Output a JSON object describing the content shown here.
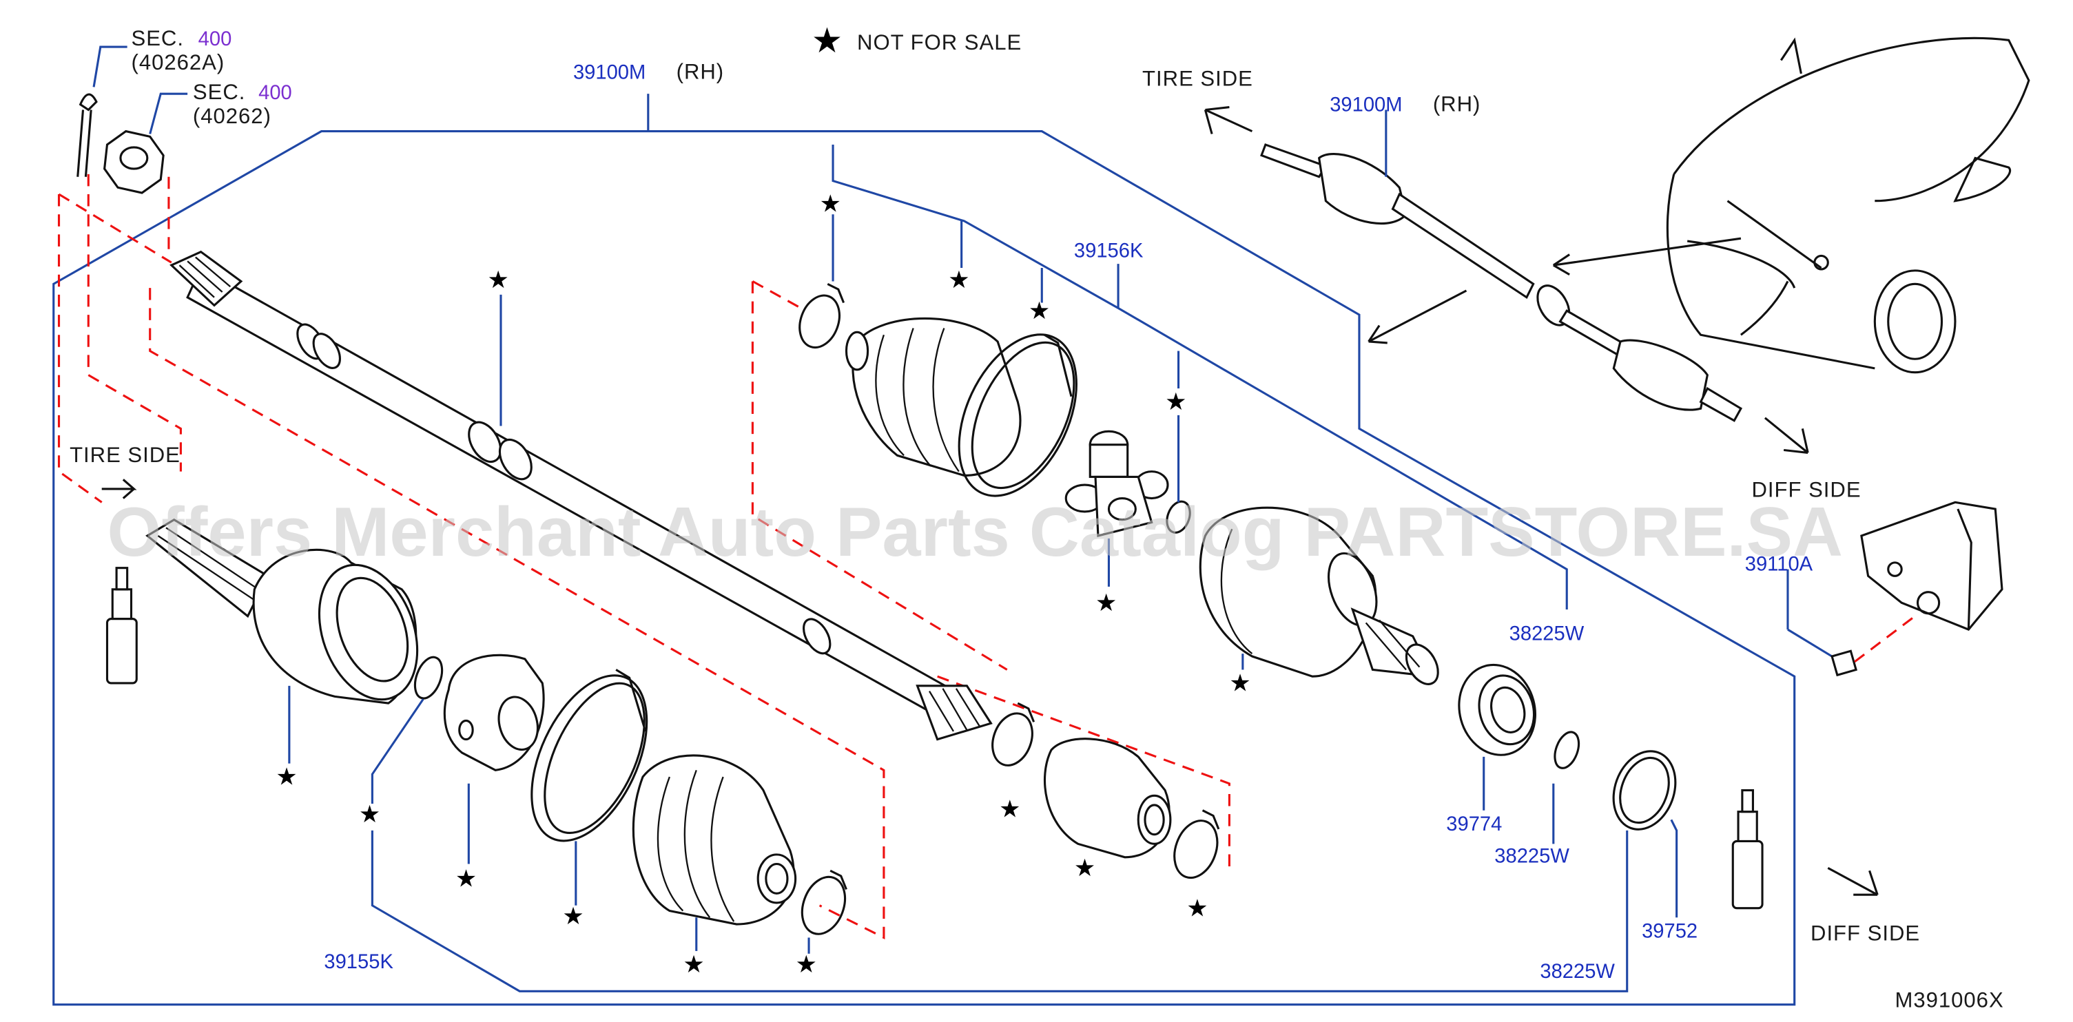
{
  "legend": {
    "star": "★",
    "text": "NOT FOR SALE"
  },
  "labels": {
    "sec_400_a_prefix": "SEC.",
    "sec_400_a_num": "400",
    "sec_400_a_code": "(40262A)",
    "sec_400_b_prefix": "SEC.",
    "sec_400_b_num": "400",
    "sec_400_b_code": "(40262)",
    "tire_side_left": "TIRE   SIDE",
    "tire_side_top": "TIRE   SIDE",
    "diff_side_right": "DIFF   SIDE",
    "diff_side_bottom": "DIFF   SIDE",
    "drawing_code": "M391006X"
  },
  "part_numbers": {
    "shaft_main": "39100M",
    "shaft_main_side": "(RH)",
    "shaft_inset": "39100M",
    "shaft_inset_side": "(RH)",
    "boot_kit_inner": "39156K",
    "boot_kit_outer": "39155K",
    "circlip_upper": "38225W",
    "circlip_lower": "38225W",
    "circlip_bottom": "38225W",
    "bearing": "39774",
    "seal": "39752",
    "bracket": "39110A"
  },
  "watermark": "Offers Merchant Auto Parts Catalog PARTSTORE.SA",
  "colors": {
    "leader": "#1f47a5",
    "part_number": "#1a2fbf",
    "section": "#7b2fd0",
    "phantom": "#ee1111",
    "ink": "#111111"
  }
}
